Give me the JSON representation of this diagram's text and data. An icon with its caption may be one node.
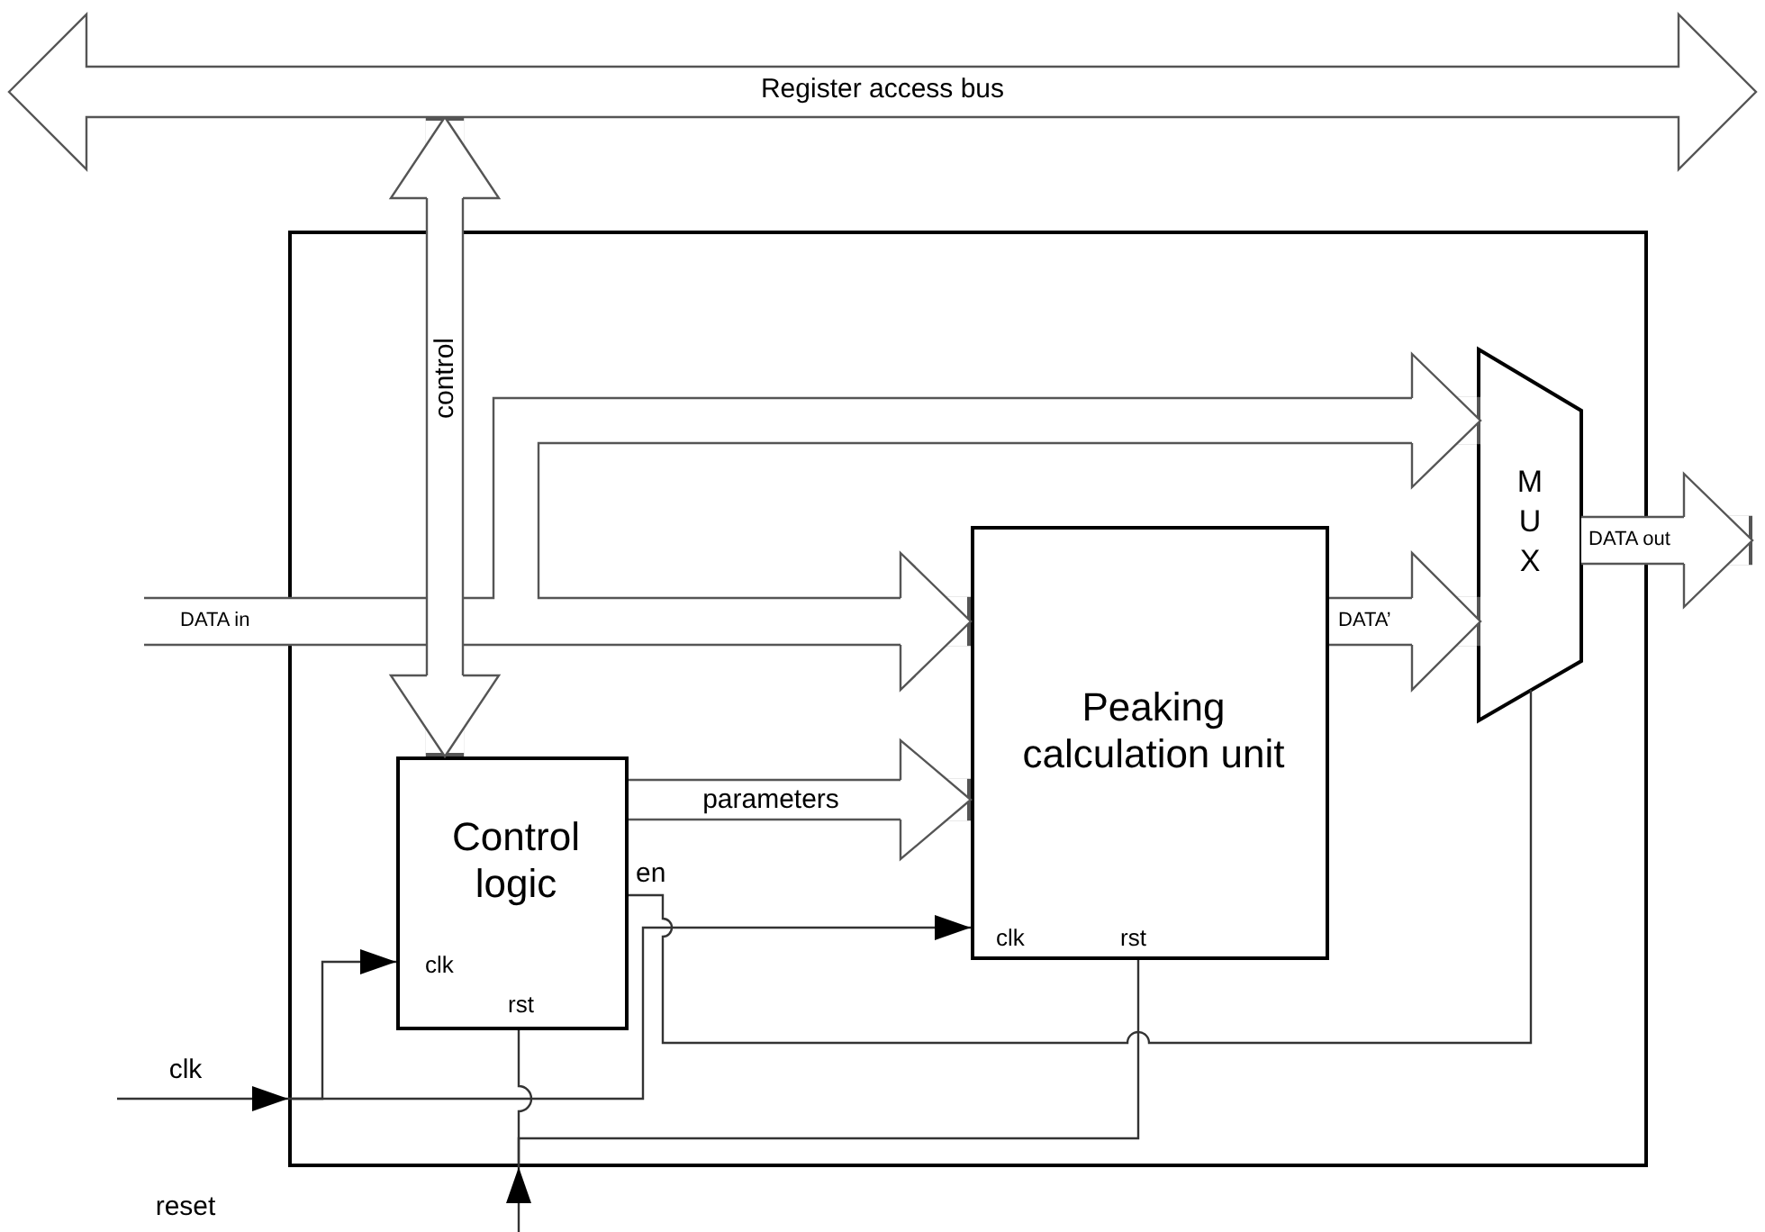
{
  "diagram": {
    "nodes": [
      {
        "text": [
          "Register access bus"
        ]
      },
      {
        "text": [],
        "shape": "box"
      },
      {
        "text": [
          "Control logic",
          "clk",
          "rst"
        ],
        "in": 1
      },
      {
        "text": [
          "Peaking calculation unit",
          "clk",
          "rst"
        ],
        "in": 1
      },
      {
        "text": [
          "MUX"
        ],
        "in": 1
      }
    ],
    "edges": [
      {
        "from": 0,
        "to": 2,
        "arrow": "both",
        "label": "control",
        "style": "thick"
      },
      {
        "from": null,
        "to": 3,
        "arrow": "to",
        "label": "DATA in",
        "style": "thick"
      },
      {
        "from": null,
        "to": 4,
        "arrow": "to",
        "style": "thick"
      },
      {
        "from": 2,
        "to": 3,
        "arrow": "to",
        "label": "parameters",
        "style": "thick"
      },
      {
        "from": 3,
        "to": 4,
        "arrow": "to",
        "label": "DATA’",
        "style": "thick"
      },
      {
        "from": 4,
        "to": null,
        "arrow": "to",
        "label": "DATA out",
        "style": "thick"
      },
      {
        "from": null,
        "to": 1,
        "arrow": "to",
        "label": "clk"
      },
      {
        "from": 1,
        "to": 2,
        "arrow": "to"
      },
      {
        "from": 1,
        "to": 3,
        "arrow": "to"
      },
      {
        "from": null,
        "to": 1,
        "arrow": "to"
      },
      {
        "from": 1,
        "to": 2,
        "arrow": "none"
      },
      {
        "from": 1,
        "to": 3,
        "arrow": "none"
      },
      {
        "from": 2,
        "to": 4,
        "arrow": "none",
        "label": "en"
      }
    ],
    "labels": [
      "reset"
    ]
  }
}
